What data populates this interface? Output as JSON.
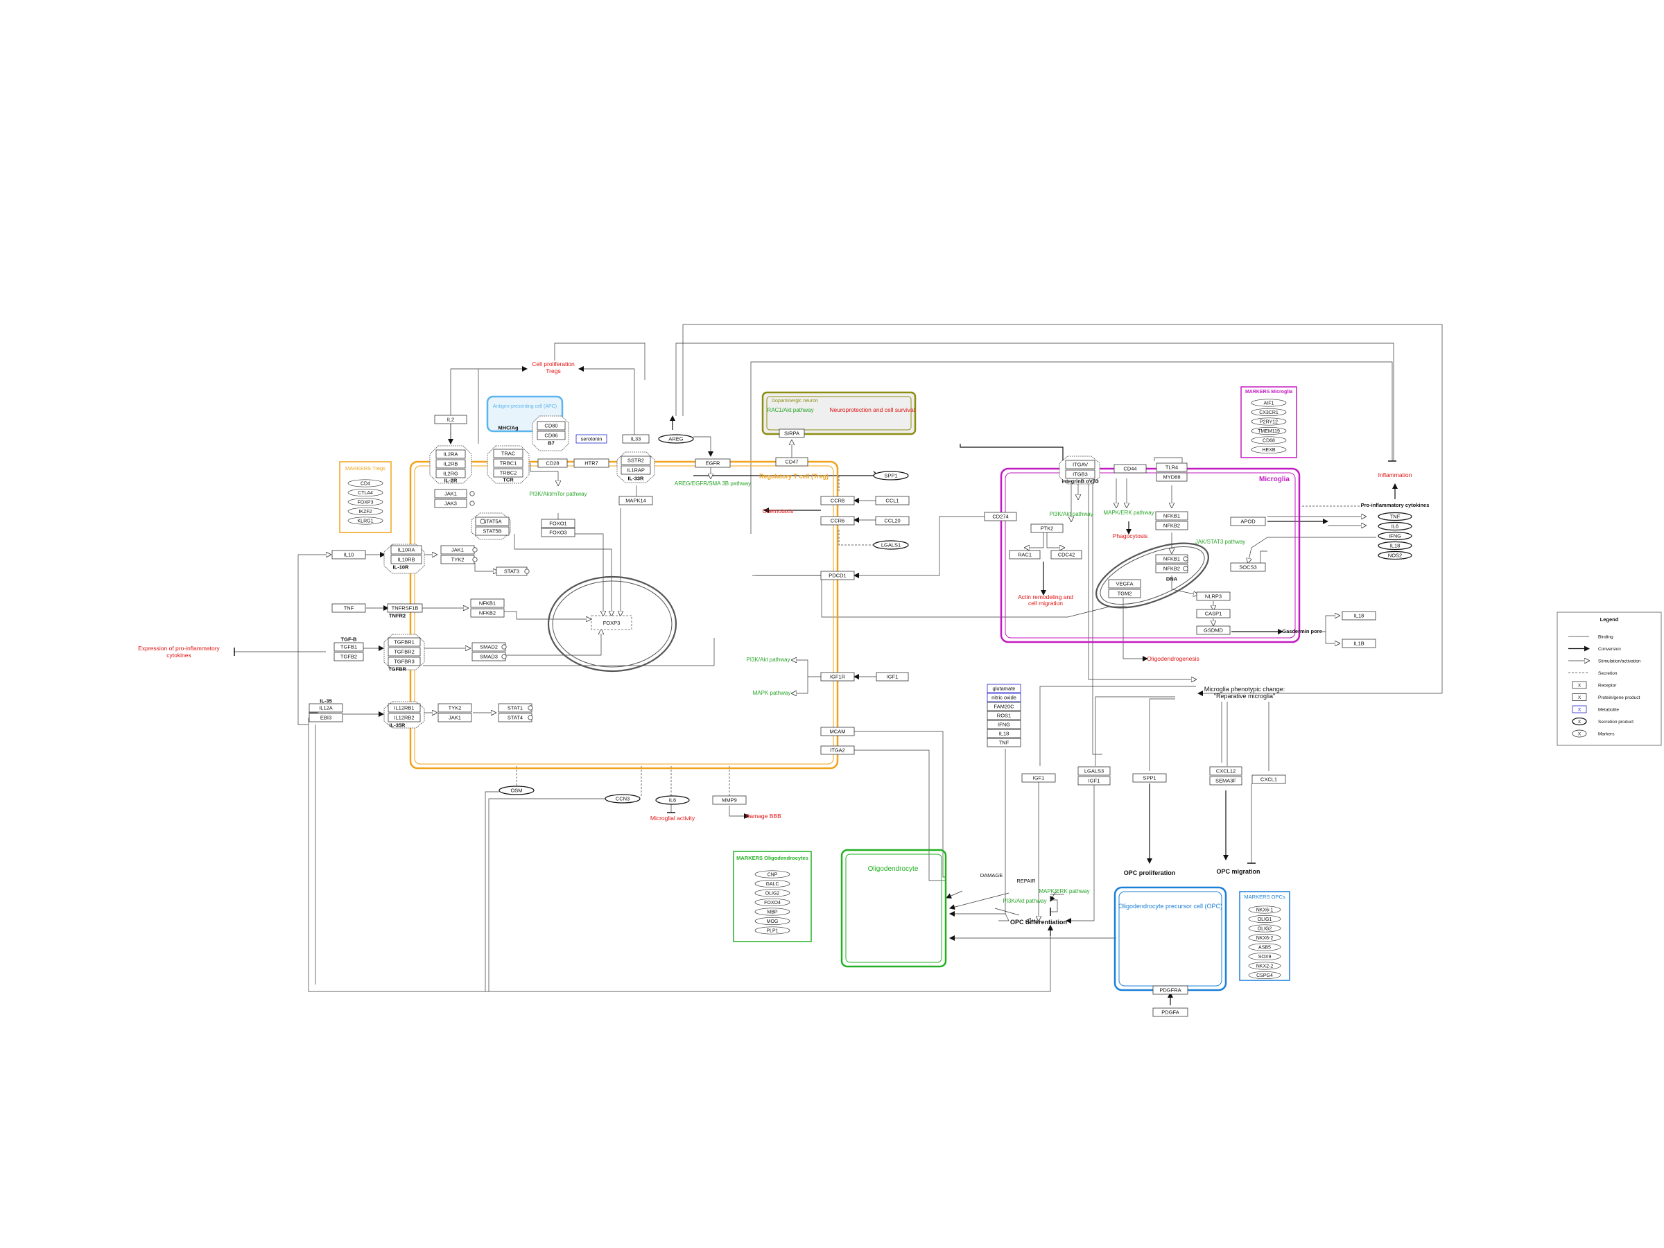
{
  "colors": {
    "treg": "#f2a21b",
    "microglia": "#c21ac2",
    "oligo": "#22b022",
    "opc": "#1a7fd6",
    "dopa": "#8c8c10",
    "apc": "#5ab4ee",
    "phenotype": "#e01010",
    "pathway": "#2aa52a",
    "metabolite": "#2222cc"
  },
  "cells": {
    "treg": "Regulatory T cell (Treg)",
    "microglia": "Microglia",
    "oligo": "Oligodendrocyte",
    "opc": "Oligodendrocyte precursor cell (OPC)",
    "dopa": "Dopaminergic neuron",
    "apc": "Antigen-presenting cell (APC)"
  },
  "markers": {
    "treg": {
      "title": "MARKERS Tregs",
      "items": [
        "CD4",
        "CTLA4",
        "FOXP3",
        "IKZF2",
        "KLRG1"
      ]
    },
    "microglia": {
      "title": "MARKERS Microglia",
      "items": [
        "AIF1",
        "CX3CR1",
        "P2RY12",
        "TMEM119",
        "CD68",
        "HEXB"
      ]
    },
    "oligo": {
      "title": "MARKERS Oligodendrocytes",
      "items": [
        "CNP",
        "GALC",
        "OLIG2",
        "FOXO4",
        "MBP",
        "MOG",
        "PLP1"
      ]
    },
    "opc": {
      "title": "MARKERS OPCs",
      "items": [
        "NKX6-1",
        "OLIG1",
        "OLIG2",
        "NKX6-2",
        "ASB5",
        "SOX9",
        "NKX2-2",
        "CSPG4"
      ]
    }
  },
  "nodes": {
    "il2": "IL2",
    "il2ra": "IL2RA",
    "il2rb": "IL2RB",
    "il2rg": "IL2RG",
    "il2r": "IL-2R",
    "jak1a": "JAK1",
    "jak3": "JAK3",
    "stat5a": "STAT5A",
    "stat5b": "STAT5B",
    "trac": "TRAC",
    "trbc1": "TRBC1",
    "trbc2": "TRBC2",
    "tcr": "TCR",
    "mhc": "MHC/Ag",
    "cd80": "CD80",
    "cd86": "CD86",
    "b7": "B7",
    "cd28": "CD28",
    "serotonin": "serotonin",
    "htr7": "HTR7",
    "il33": "IL33",
    "sstr2": "SSTR2",
    "il1rap": "IL1RAP",
    "il33r": "IL-33R",
    "mapk14": "MAPK14",
    "areg": "AREG",
    "egfr": "EGFR",
    "foxo1": "FOXO1",
    "foxo3": "FOXO3",
    "il10": "IL10",
    "il10ra": "IL10RA",
    "il10rb": "IL10RB",
    "il10r": "IL-10R",
    "jak1b": "JAK1",
    "tyk2a": "TYK2",
    "stat3": "STAT3",
    "tnf": "TNF",
    "tnfrsf1b": "TNFRSF1B",
    "tnfr2": "TNFR2",
    "nfkb1a": "NFKB1",
    "nfkb2a": "NFKB2",
    "tgfb": "TGF-B",
    "tgfb1": "TGFB1",
    "tgfb2": "TGFB2",
    "tgfbr1": "TGFBR1",
    "tgfbr2": "TGFBR2",
    "tgfbr3": "TGFBR3",
    "tgfbr": "TGFBR",
    "smad2": "SMAD2",
    "smad3": "SMAD3",
    "il35": "IL-35",
    "il12a": "IL12A",
    "ebi3": "EBI3",
    "il12rb1": "IL12RB1",
    "il12rb2": "IL12RB2",
    "il35r": "IL-35R",
    "tyk2b": "TYK2",
    "jak1c": "JAK1",
    "stat1": "STAT1",
    "stat4": "STAT4",
    "foxp3": "FOXP3",
    "cd47": "CD47",
    "sirpa": "SIRPA",
    "ccr8": "CCR8",
    "ccr6": "CCR6",
    "ccl1": "CCL1",
    "ccl20": "CCL20",
    "spp1": "SPP1",
    "lgals1": "LGALS1",
    "pdcd1": "PDCD1",
    "cd274": "CD274",
    "igf1r": "IGF1R",
    "igf1": "IGF1",
    "mcam": "MCAM",
    "itga2": "ITGA2",
    "osm": "OSM",
    "ccn3": "CCN3",
    "il6": "IL6",
    "mmp9": "MMP9",
    "itgav": "ITGAV",
    "itgb3": "ITGB3",
    "integrin": "integrinB αVβ3",
    "cd44": "CD44",
    "tlr4": "TLR4",
    "myd88": "MYD88",
    "nfkb1b": "NFKB1",
    "nfkb2b": "NFKB2",
    "nfkb1c": "NFKB1",
    "nfkb2c": "NFKB2",
    "dna": "DNA",
    "ptk2": "PTK2",
    "rac1": "RAC1",
    "cdc42": "CDC42",
    "vegfa": "VEGFA",
    "tgm2": "TGM2",
    "nlrp3": "NLRP3",
    "casp1": "CASP1",
    "gsdmd": "GSDMD",
    "apod": "APOD",
    "socs3": "SOCS3",
    "tnfc": "TNF",
    "il6c": "IL6",
    "ifng": "IFNG",
    "il18": "IL18",
    "nos2": "NOS2",
    "il18b": "IL18",
    "il1b": "IL1B",
    "lgals3": "LGALS3",
    "igf1b": "IGF1",
    "igf1c": "IGF1",
    "spp1b": "SPP1",
    "cxcl12": "CXCL12",
    "sema3f": "SEMA3F",
    "cxcl1": "CXCL1",
    "pdgfra": "PDGFRA",
    "pdgfa": "PDGFA"
  },
  "damage_list": [
    "glutamate",
    "nitric oxide",
    "FAM20C",
    "ROS1",
    "IFNG",
    "IL18",
    "TNF"
  ],
  "pathways": {
    "pi3k_mtor": "PI3K/Akt/mTor pathway",
    "areg_egfr": "AREG/EGFR/SMA 3B pathway",
    "rac1_akt": "RAC1/Akt pathway",
    "pi3k_igf": "PI3K/Akt pathway",
    "mapk_igf": "MAPK pathway",
    "pi3k_mg": "PI3K/Akt pathway",
    "mapk_mg": "MAPK/ERK pathway",
    "jak_stat": "JAK/STAT3 pathway",
    "pi3k_opc": "PI3K/Akt pathway",
    "mapk_opc": "MAPK/ERK pathway"
  },
  "phenotypes": {
    "prolif": "Cell proliferation",
    "prolif2": "Tregs",
    "chemotaxis": "Chemotaxis",
    "neuro": "Neuroprotection and cell survival",
    "expr1": "Expression of pro-inflammatory",
    "expr2": "cytokines",
    "mg_act": "Microglial activity",
    "bbb": "Damage BBB",
    "phago": "Phagocytosis",
    "actin1": "Actin remodeling and",
    "actin2": "cell migration",
    "oligogen": "Oligodendrogenesis",
    "inflam": "Inflammation"
  },
  "labels": {
    "procyt": "Pro-inflammatory cytokines",
    "gasdermin": "Gasdermin pore",
    "mg_change1": "Microglia phenotypic change:",
    "mg_change2": "\"Reparative microglia\"",
    "opc_prolif": "OPC proliferation",
    "opc_migr": "OPC migration",
    "opc_diff": "OPC differentiation",
    "damage": "DAMAGE",
    "repair": "REPAIR"
  },
  "legend": {
    "title": "Legend",
    "items": [
      "Binding",
      "Conversion",
      "Stimulation/activation",
      "Secretion",
      "Receptor",
      "Protein/gene product",
      "Metabolite",
      "Secretion product",
      "Markers"
    ],
    "symbol": "X"
  }
}
